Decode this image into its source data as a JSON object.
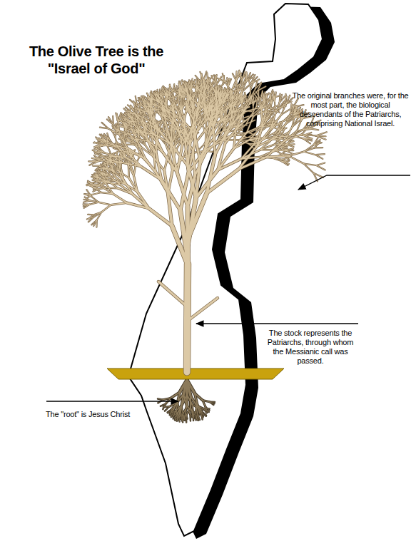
{
  "diagram": {
    "title": "The Olive Tree is the \"Israel of God\"",
    "labels": [
      "The original branches were, for the most part, the biological descendants of the Patriarchs, comprising National Israel.",
      "The stock represents the Patriarchs, through whom the Messianic call was passed.",
      "The \"root\" is Jesus Christ"
    ]
  }
}
